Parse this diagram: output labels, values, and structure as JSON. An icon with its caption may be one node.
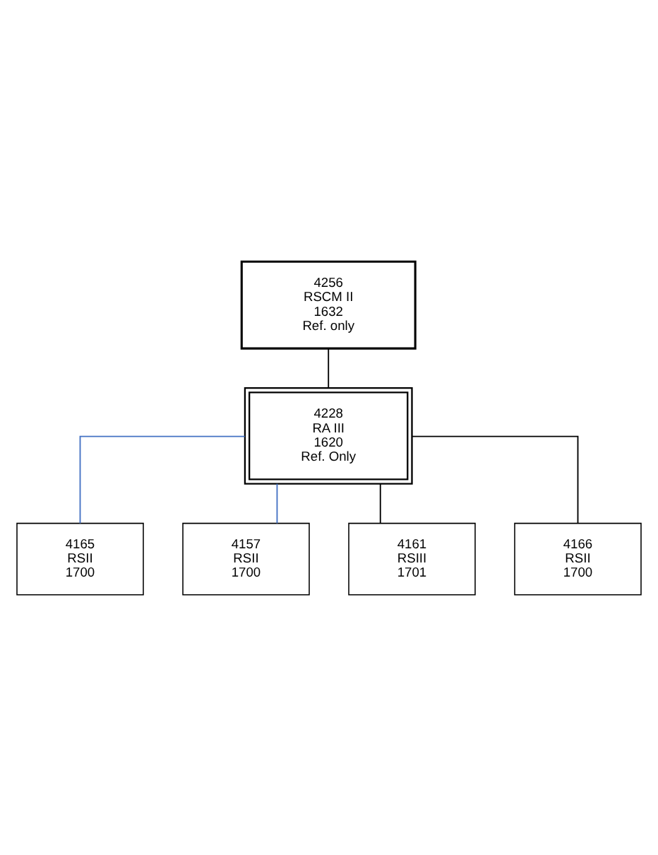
{
  "diagram": {
    "nodes": [
      {
        "text": [
          "4256",
          "RSCM II",
          "1632",
          "Ref. only"
        ]
      },
      {
        "text": [
          "4228",
          "RA III",
          "1620",
          "Ref. Only"
        ]
      },
      {
        "text": [
          "4165",
          "RSII",
          "1700"
        ]
      },
      {
        "text": [
          "4157",
          "RSII",
          "1700"
        ]
      },
      {
        "text": [
          "4161",
          "RSIII",
          "1701"
        ]
      },
      {
        "text": [
          "4166",
          "RSII",
          "1700"
        ]
      }
    ],
    "edges": [
      {
        "from": 0,
        "to": 1,
        "arrow": "none"
      },
      {
        "from": 1,
        "to": 2,
        "arrow": "none",
        "color": "#4472c4"
      },
      {
        "from": 1,
        "to": 3,
        "arrow": "none",
        "color": "#4472c4"
      },
      {
        "from": 1,
        "to": 4,
        "arrow": "none"
      },
      {
        "from": 1,
        "to": 5,
        "arrow": "none"
      }
    ]
  }
}
